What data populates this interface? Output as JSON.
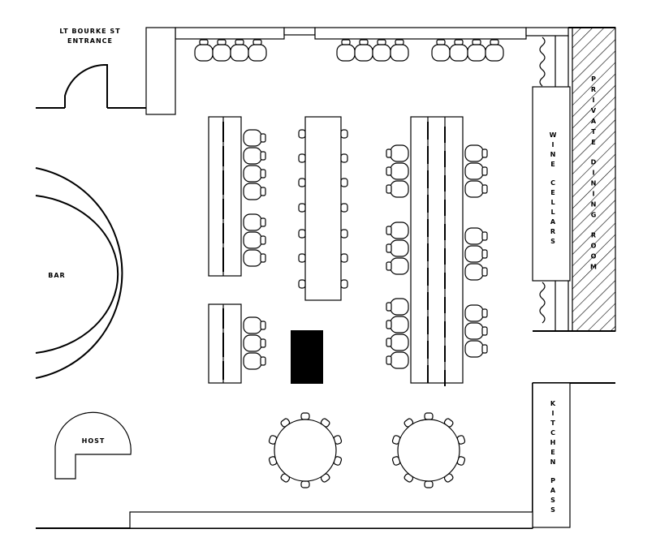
{
  "labels": {
    "entrance_line1": "LT BOURKE ST",
    "entrance_line2": "ENTRANCE",
    "bar": "BAR",
    "host": "HOST",
    "wine_cellars": "WINE CELLARS",
    "private_dining": "PRIVATE DINING ROOM",
    "kitchen_pass": "KITCHEN PASS"
  }
}
